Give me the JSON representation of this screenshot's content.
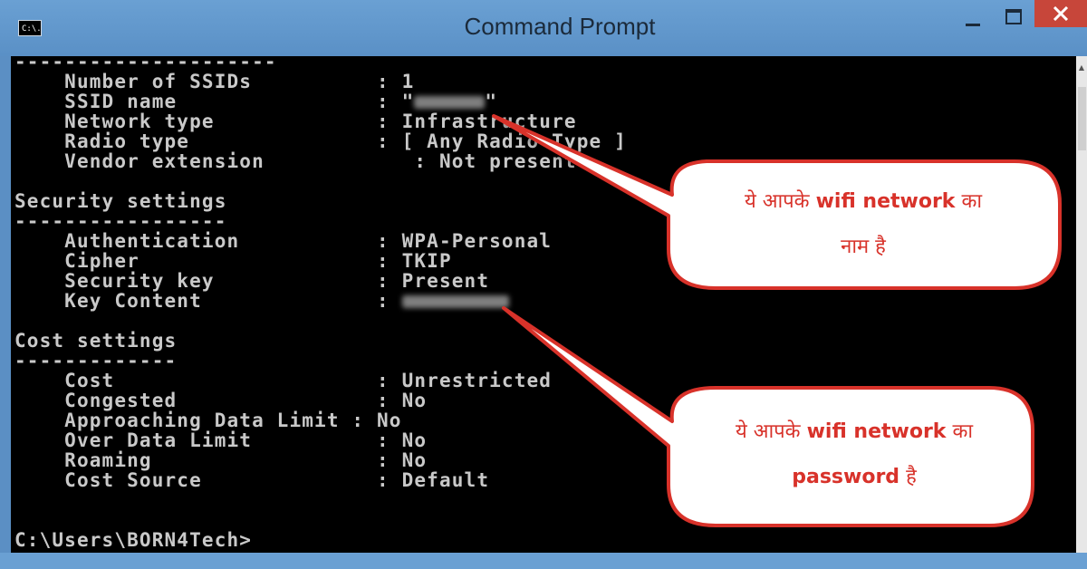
{
  "window": {
    "title": "Command Prompt",
    "icon_label": "C:\\."
  },
  "console": {
    "lines": [
      "---------------------",
      "    Number of SSIDs          : 1",
      "    SSID name                : \"",
      "    Network type             : Infrastructure",
      "    Radio type               : [ Any Radio Type ]",
      "    Vendor extension            : Not present",
      "",
      "Security settings",
      "-----------------",
      "    Authentication           : WPA-Personal",
      "    Cipher                   : TKIP",
      "    Security key             : Present",
      "    Key Content              : ",
      "",
      "Cost settings",
      "-------------",
      "    Cost                     : Unrestricted",
      "    Congested                : No",
      "    Approaching Data Limit : No",
      "    Over Data Limit          : No",
      "    Roaming                  : No",
      "    Cost Source              : Default",
      "",
      "",
      "C:\\Users\\BORN4Tech>"
    ]
  },
  "callouts": {
    "ssid": {
      "text1": "ये आपके",
      "bold1": "wifi network",
      "text2": "का",
      "line2": "नाम है"
    },
    "password": {
      "text1": "ये आपके",
      "bold1": "wifi network",
      "text2": "का",
      "bold2": "password",
      "text3": "है"
    }
  },
  "colors": {
    "title_bar": "#5b8fc4",
    "console_bg": "#000000",
    "console_text": "#c9c9c9",
    "callout_border": "#d8322a",
    "close_button": "#c7463a"
  }
}
